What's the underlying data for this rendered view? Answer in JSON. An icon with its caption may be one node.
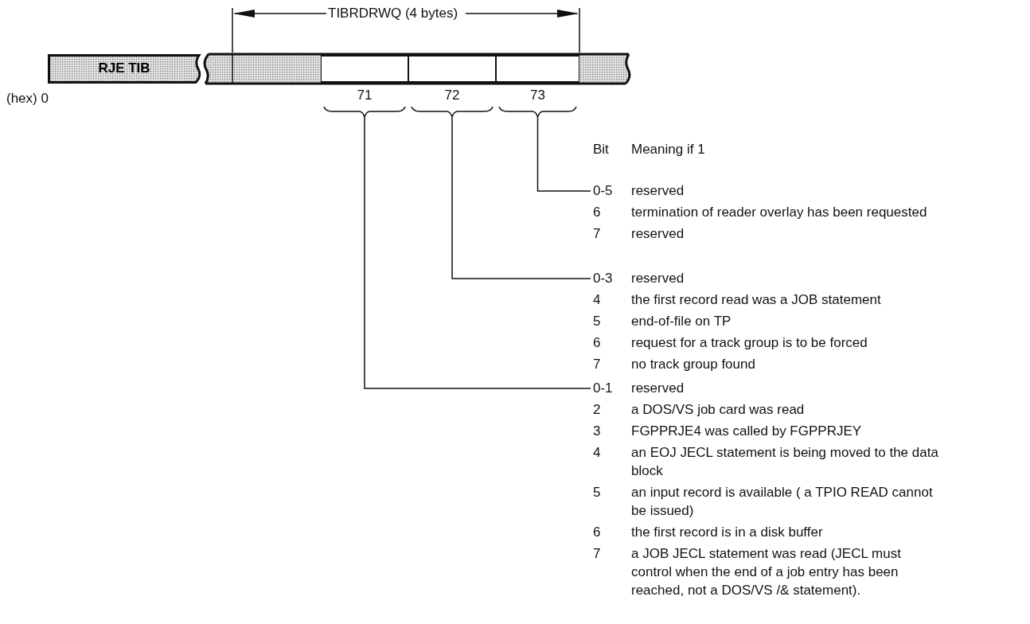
{
  "diagram": {
    "nodes": [
      {
        "text": [
          "RJE TIB"
        ]
      },
      {
        "text": [
          "71"
        ]
      },
      {
        "text": [
          "72"
        ]
      },
      {
        "text": [
          "73"
        ]
      },
      {
        "text": [
          "0-5",
          "reserved",
          "6",
          "termination of reader overlay has been requested",
          "7",
          "reserved"
        ]
      },
      {
        "text": [
          "0-3",
          "reserved",
          "4",
          "the first record read was a JOB statement",
          "5",
          "end-of-file on TP",
          "6",
          "request for a track group is to be forced",
          "7",
          "no track group found"
        ]
      },
      {
        "text": [
          "0-1",
          "reserved",
          "2",
          "a DOS/VS job card was read",
          "3",
          "FGPPRJE4 was called by FGPPRJEY",
          "4",
          "an EOJ JECL statement is being moved to the data block",
          "5",
          "an input record is available ( a TPIO READ cannot be issued)",
          "6",
          "the first record is in a disk buffer",
          "7",
          "a JOB JECL statement was read (JECL must control when the end of a job entry has been reached, not a DOS/VS /& statement)."
        ]
      }
    ],
    "edges": [
      {
        "from": 3,
        "to": 4,
        "arrow": "none"
      },
      {
        "from": 2,
        "to": 5,
        "arrow": "none"
      },
      {
        "from": 1,
        "to": 6,
        "arrow": "none"
      }
    ],
    "labels": [
      "TIBRDRWQ (4 bytes)",
      "(hex) 0",
      "Bit",
      "Meaning if 1"
    ]
  }
}
